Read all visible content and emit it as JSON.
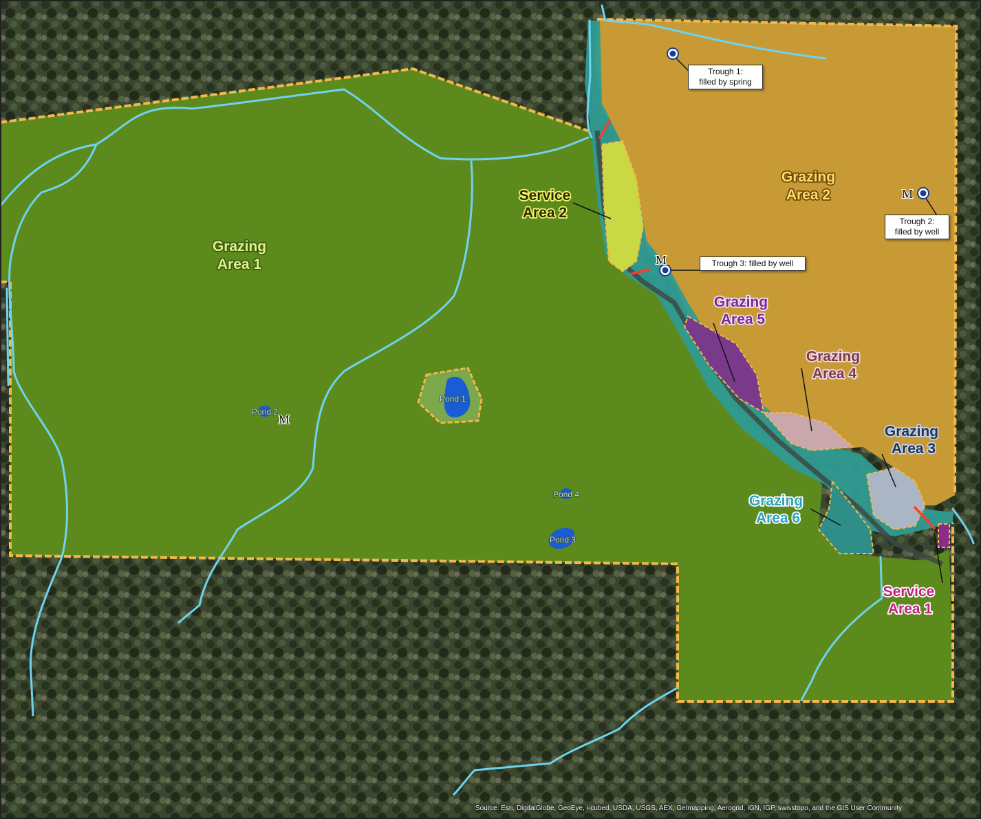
{
  "areas": {
    "grazing_area_1": {
      "line1": "Grazing",
      "line2": "Area 1",
      "text_color": "#d9f58a",
      "halo": "#3e5a12"
    },
    "grazing_area_2": {
      "line1": "Grazing",
      "line2": "Area 2",
      "text_color": "#ffdb66",
      "halo": "#6b4a0c"
    },
    "grazing_area_3": {
      "line1": "Grazing",
      "line2": "Area 3",
      "text_color": "#1f3556",
      "halo": "#c7d3e6"
    },
    "grazing_area_4": {
      "line1": "Grazing",
      "line2": "Area 4",
      "text_color": "#7a3b4b",
      "halo": "#f3d9df"
    },
    "grazing_area_5": {
      "line1": "Grazing",
      "line2": "Area 5",
      "text_color": "#7a2b93",
      "halo": "#f0e0f6"
    },
    "grazing_area_6": {
      "line1": "Grazing",
      "line2": "Area 6",
      "text_color": "#2ea3c2",
      "halo": "#ffffff"
    },
    "service_area_1": {
      "line1": "Service",
      "line2": "Area 1",
      "text_color": "#c0227a",
      "halo": "#ffffff"
    },
    "service_area_2": {
      "line1": "Service",
      "line2": "Area 2",
      "text_color": "#2a2a00",
      "halo": "#f2f56a"
    }
  },
  "ponds": {
    "pond_1": "Pond 1",
    "pond_2": "Pond 2",
    "pond_3": "Pond 3",
    "pond_4": "Pond 4"
  },
  "callouts": {
    "trough_1": "Trough 1:\nfilled by spring",
    "trough_2": "Trough 2:\nfilled by well",
    "trough_3": "Trough 3: filled by well"
  },
  "marker_letter": "M",
  "attribution": "Source: Esri, DigitalGlobe, GeoEye, i-cubed, USDA, USGS, AEX, Getmapping, Aerogrid, IGN, IGP, swisstopo, and the GIS User Community",
  "colors": {
    "grazing_area_1_fill": "#5d8a1c",
    "grazing_area_2_fill": "#c79a35",
    "grazing_area_3_fill": "#aab6c6",
    "grazing_area_4_fill": "#c9a7ad",
    "grazing_area_5_fill": "#7a3a8c",
    "grazing_area_6_fill": "#2f8f88",
    "service_area_2_fill": "#c8d943",
    "stream": "#6fd3ef",
    "pond": "#1a5bd6",
    "boundary": "#f2b84b"
  }
}
